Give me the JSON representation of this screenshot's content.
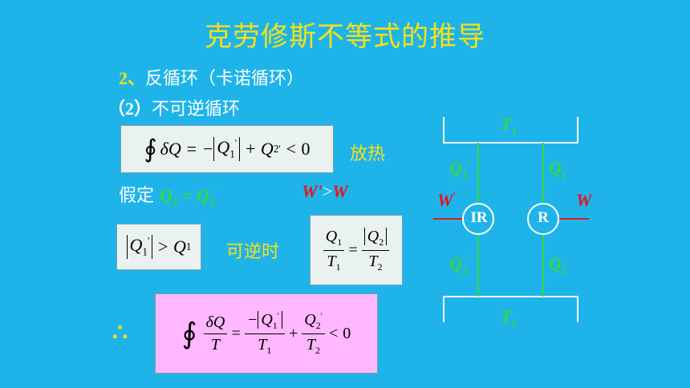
{
  "title": "克劳修斯不等式的推导",
  "section": {
    "number": "2、",
    "text": "反循环（卡诺循环）"
  },
  "subsection": {
    "number": "（2）",
    "text": "不可逆循环"
  },
  "heat_label": "放热",
  "assume_label": "假定",
  "reversible_label": "可逆时",
  "therefore": "∴",
  "diagram": {
    "hot_reservoir": "T",
    "hot_sub": "1",
    "cold_reservoir": "T",
    "cold_sub": "2",
    "engine_left": "IR",
    "engine_right": "R",
    "work_left": "W",
    "work_right": "W",
    "q1_left": "Q",
    "q1_left_sub": "1",
    "q1_right": "Q",
    "q1_right_sub": "1",
    "q2_left": "Q",
    "q2_left_sub": "2",
    "q2_right": "Q",
    "q2_right_sub": "2"
  },
  "colors": {
    "background": "#1eb4ea",
    "title": "#f7e017",
    "green": "#37d83a",
    "red": "#e8141c",
    "box": "#e9f1f1",
    "pink_box": "#ffb7ff"
  }
}
